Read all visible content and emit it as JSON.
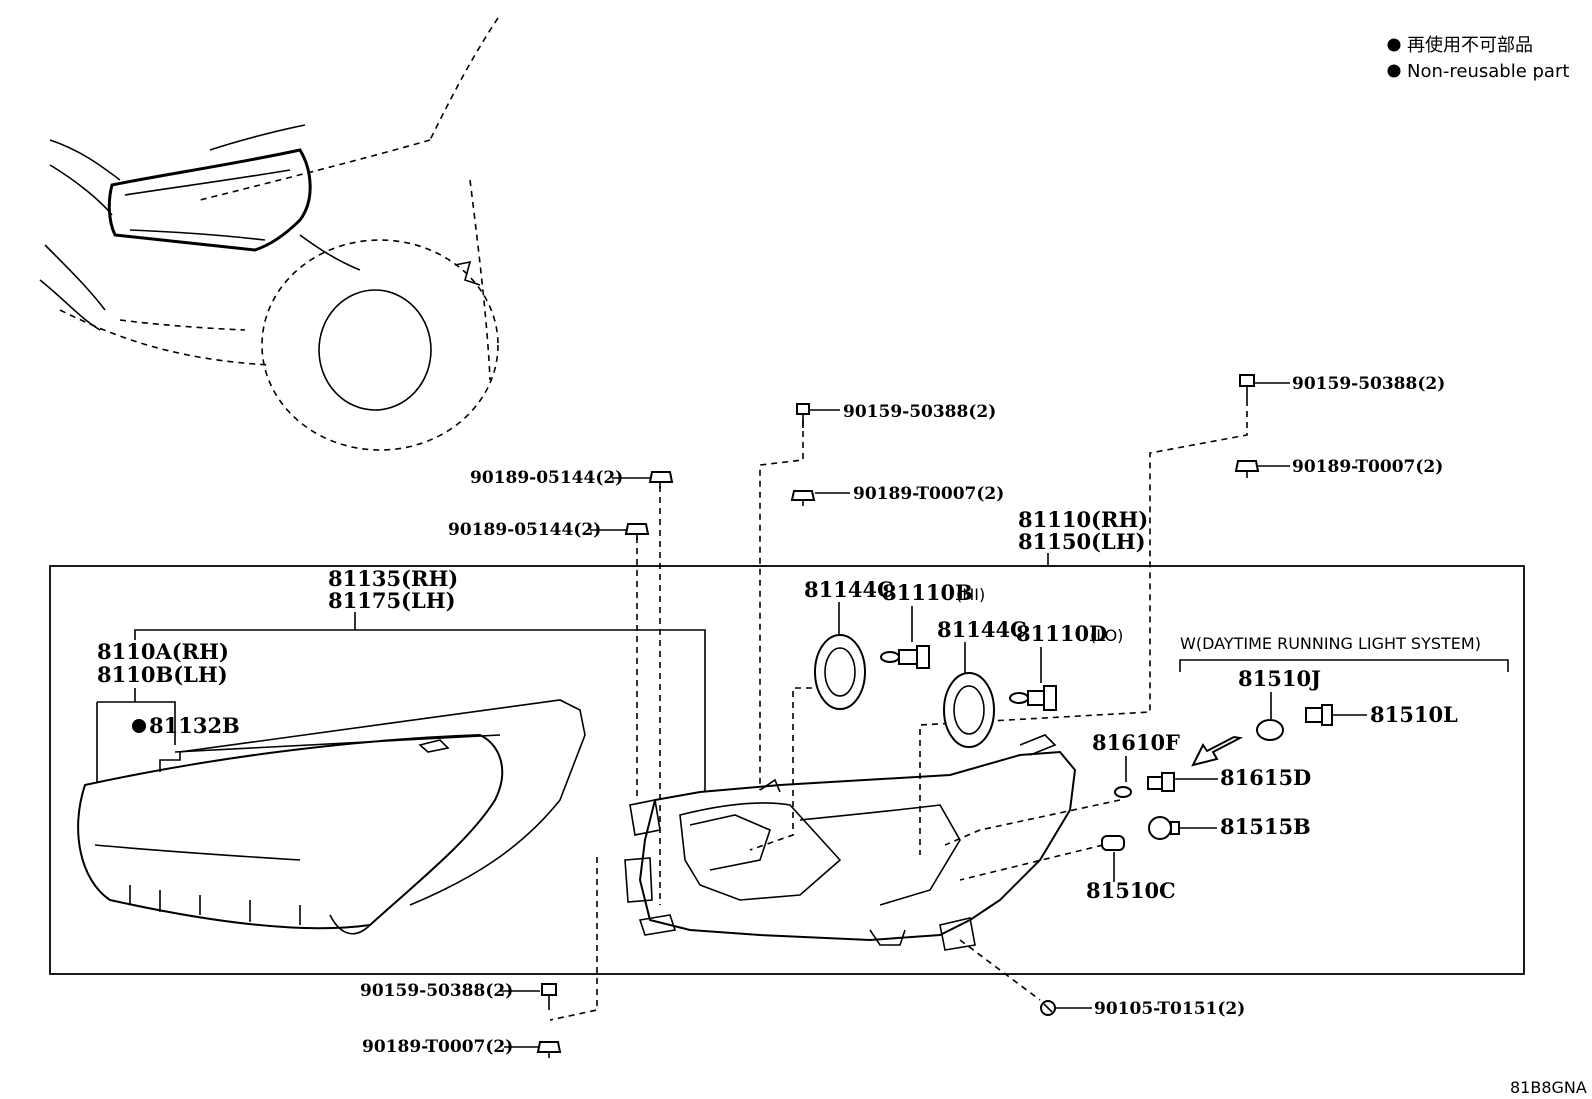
{
  "legend": {
    "items": [
      {
        "text": "再使用不可部品"
      },
      {
        "text": "Non-reusable part"
      }
    ]
  },
  "figure_ref": "81B8GNA",
  "group_labels": {
    "assembly_rh": "81110(RH)",
    "assembly_lh": "81150(LH)",
    "lens_rh": "81135(RH)",
    "lens_lh": "81175(LH)",
    "unit_rh": "8110A(RH)",
    "unit_lh": "8110B(LH)",
    "drl_system": "W(DAYTIME RUNNING LIGHT SYSTEM)"
  },
  "parts": {
    "p81132b": "81132B",
    "p81144c_a": "81144C",
    "p81110b": "81110B",
    "p81110b_sub": "(HI)",
    "p81144c_b": "81144C",
    "p81110d": "81110D",
    "p81110d_sub": "(LO)",
    "p81510j": "81510J",
    "p81510l": "81510L",
    "p81610f": "81610F",
    "p81615d": "81615D",
    "p81515b": "81515B",
    "p81510c": "81510C"
  },
  "fasteners": {
    "f_top_bolt_mid": "90159-50388(2)",
    "f_top_clip_mid": "90189-T0007(2)",
    "f_top_bolt_right": "90159-50388(2)",
    "f_top_clip_right": "90189-T0007(2)",
    "f_left_1": "90189-05144(2)",
    "f_left_2": "90189-05144(2)",
    "f_bottom_bolt": "90159-50388(2)",
    "f_bottom_clip": "90189-T0007(2)",
    "f_bottom_screw": "90105-T0151(2)"
  }
}
